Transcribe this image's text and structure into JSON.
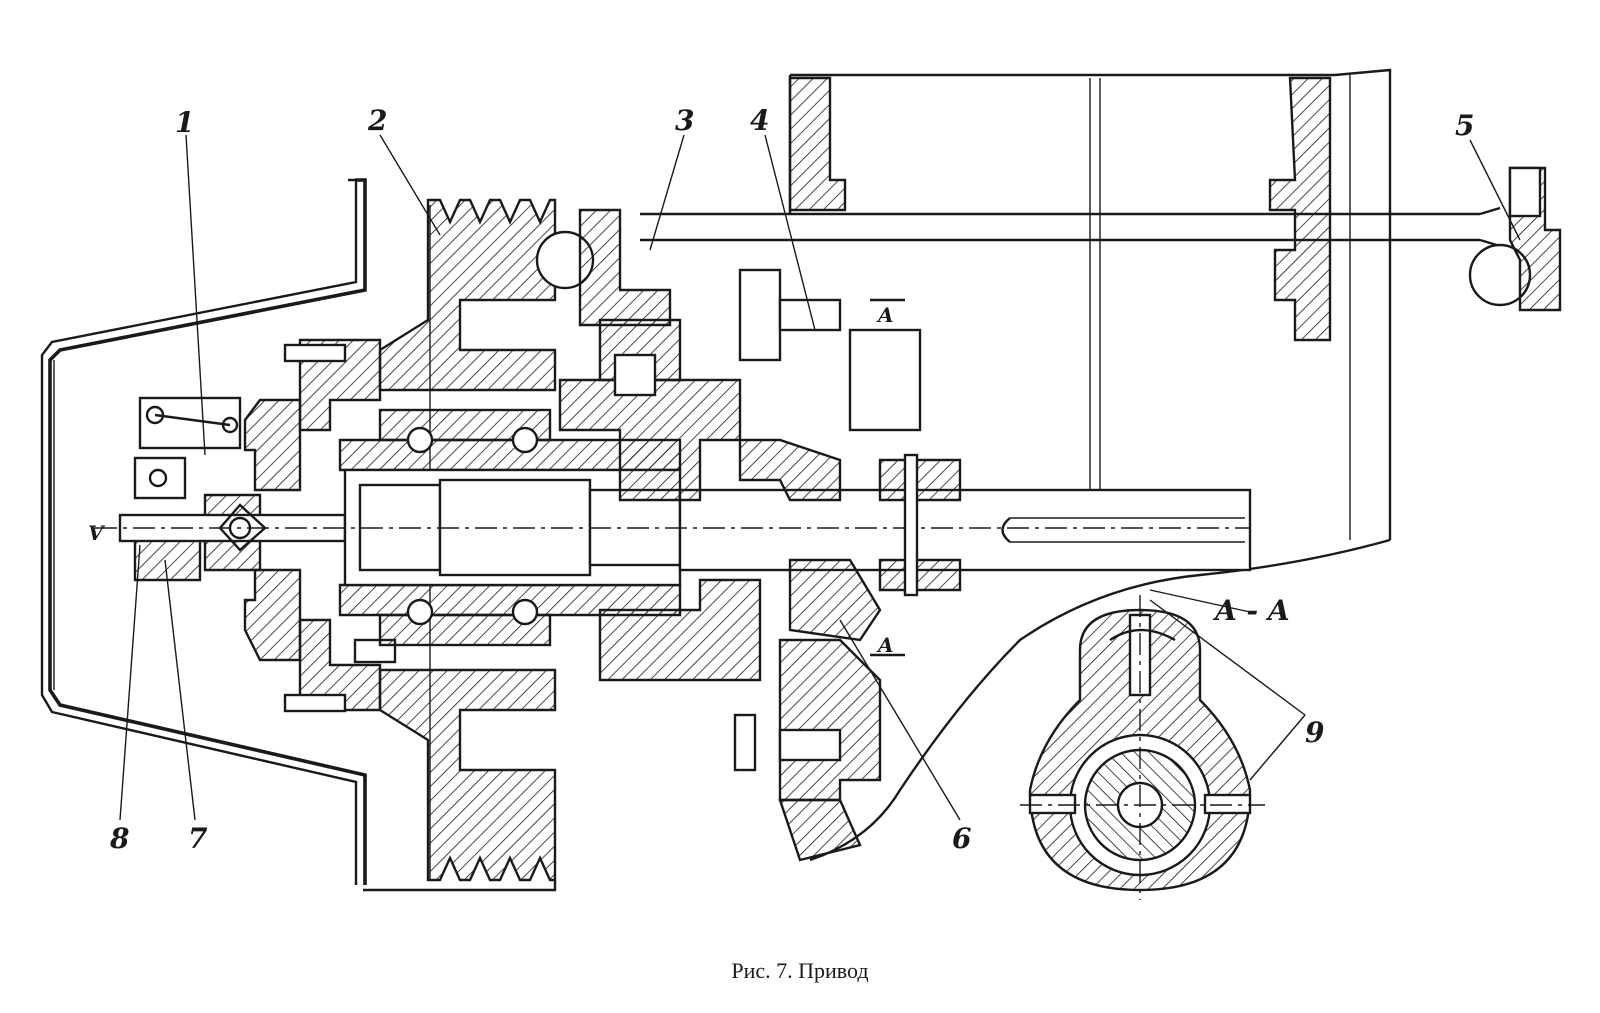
{
  "labels": {
    "l1": "1",
    "l2": "2",
    "l3": "3",
    "l4": "4",
    "l5": "5",
    "l6": "6",
    "l7": "7",
    "l8": "8",
    "l9": "9",
    "v": "V"
  },
  "section": {
    "marker_top": "A",
    "marker_bottom": "A",
    "title": "A - A"
  },
  "caption": "Рис. 7. Привод"
}
